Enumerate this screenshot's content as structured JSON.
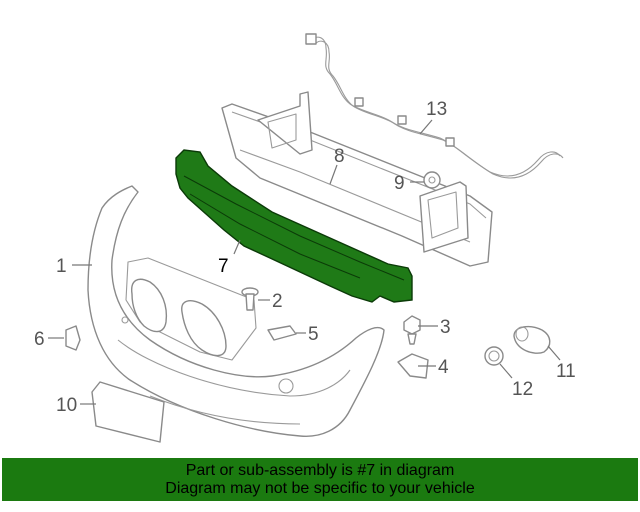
{
  "highlight_color": "#1f7a17",
  "callouts": {
    "c1": "1",
    "c2": "2",
    "c3": "3",
    "c4": "4",
    "c5": "5",
    "c6": "6",
    "c7": "7",
    "c8": "8",
    "c9": "9",
    "c10": "10",
    "c11": "11",
    "c12": "12",
    "c13": "13"
  },
  "banner": {
    "line1": "Part or sub-assembly is #7 in diagram",
    "line2": "Diagram may not be specific to your vehicle"
  }
}
